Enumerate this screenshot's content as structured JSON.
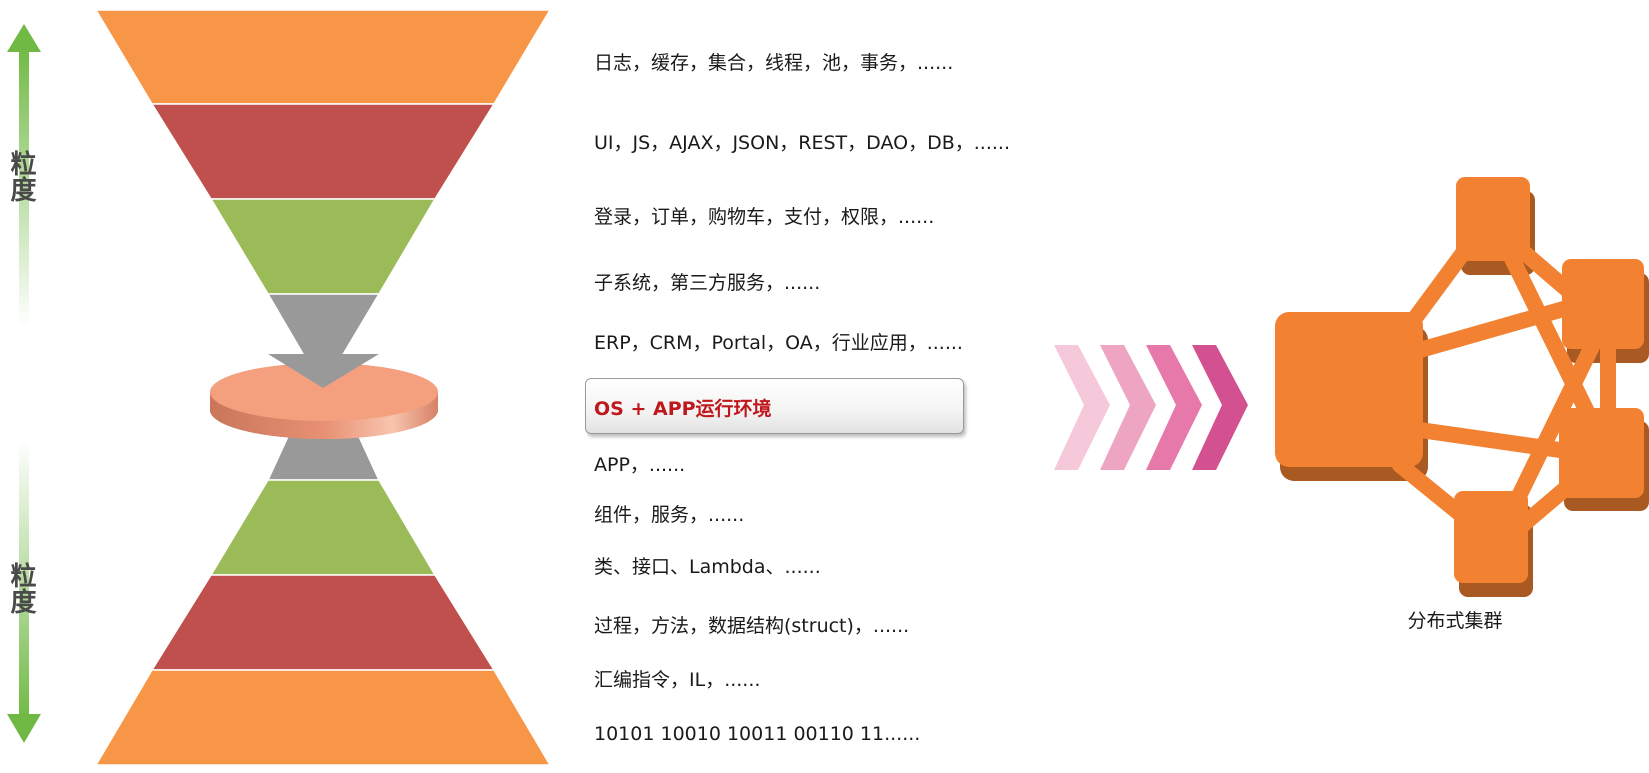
{
  "axis": {
    "top_label": "粒度",
    "bottom_label": "粒度"
  },
  "labels": [
    "日志，缓存，集合，线程，池，事务，......",
    "UI，JS，AJAX，JSON，REST，DAO，DB，......",
    "登录，订单，购物车，支付，权限，......",
    "子系统，第三方服务，......",
    "ERP，CRM，Portal，OA，行业应用，......",
    "APP，......",
    "组件，服务，......",
    "类、接口、Lambda、......",
    "过程，方法，数据结构(struct)，......",
    "汇编指令，IL，......",
    "10101 10010 10011 00110 11......"
  ],
  "highlight": "OS + APP运行环境",
  "cluster_label": "分布式集群",
  "colors": {
    "orange": "#f79646",
    "red": "#c0504d",
    "green": "#9bbb59",
    "gray": "#999999",
    "disc": "#f4a07e",
    "arrow_green": "#70b944",
    "highlight_text": "#c0171c",
    "cluster": "#f28232",
    "cluster_shadow": "#a85a22",
    "chevrons": [
      "#f5c9d9",
      "#eea5c2",
      "#e679a9",
      "#d35191"
    ]
  }
}
